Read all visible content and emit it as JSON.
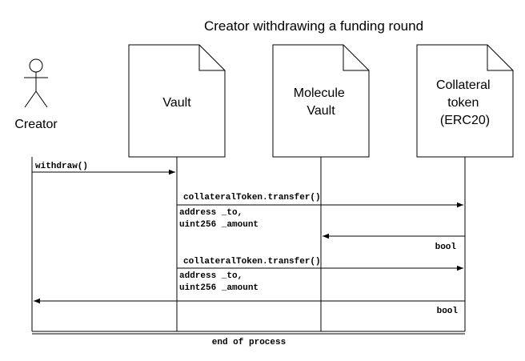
{
  "title": "Creator withdrawing a funding round",
  "actor": {
    "label": "Creator"
  },
  "participants": [
    {
      "id": "vault",
      "lines": [
        "Vault"
      ]
    },
    {
      "id": "molecule-vault",
      "lines": [
        "Molecule",
        "Vault"
      ]
    },
    {
      "id": "collateral-token",
      "lines": [
        "Collateral",
        "token",
        "(ERC20)"
      ]
    }
  ],
  "messages": {
    "withdraw": "withdraw()",
    "transfer1": "collateralToken.transfer()",
    "transfer1_params": [
      "address _to,",
      "uint256 _amount"
    ],
    "bool1": "bool",
    "transfer2": "collateralToken.transfer()",
    "transfer2_params": [
      "address _to,",
      "uint256 _amount"
    ],
    "bool2": "bool"
  },
  "footer": "end of process",
  "colors": {
    "stroke": "#000000",
    "background": "#ffffff"
  }
}
